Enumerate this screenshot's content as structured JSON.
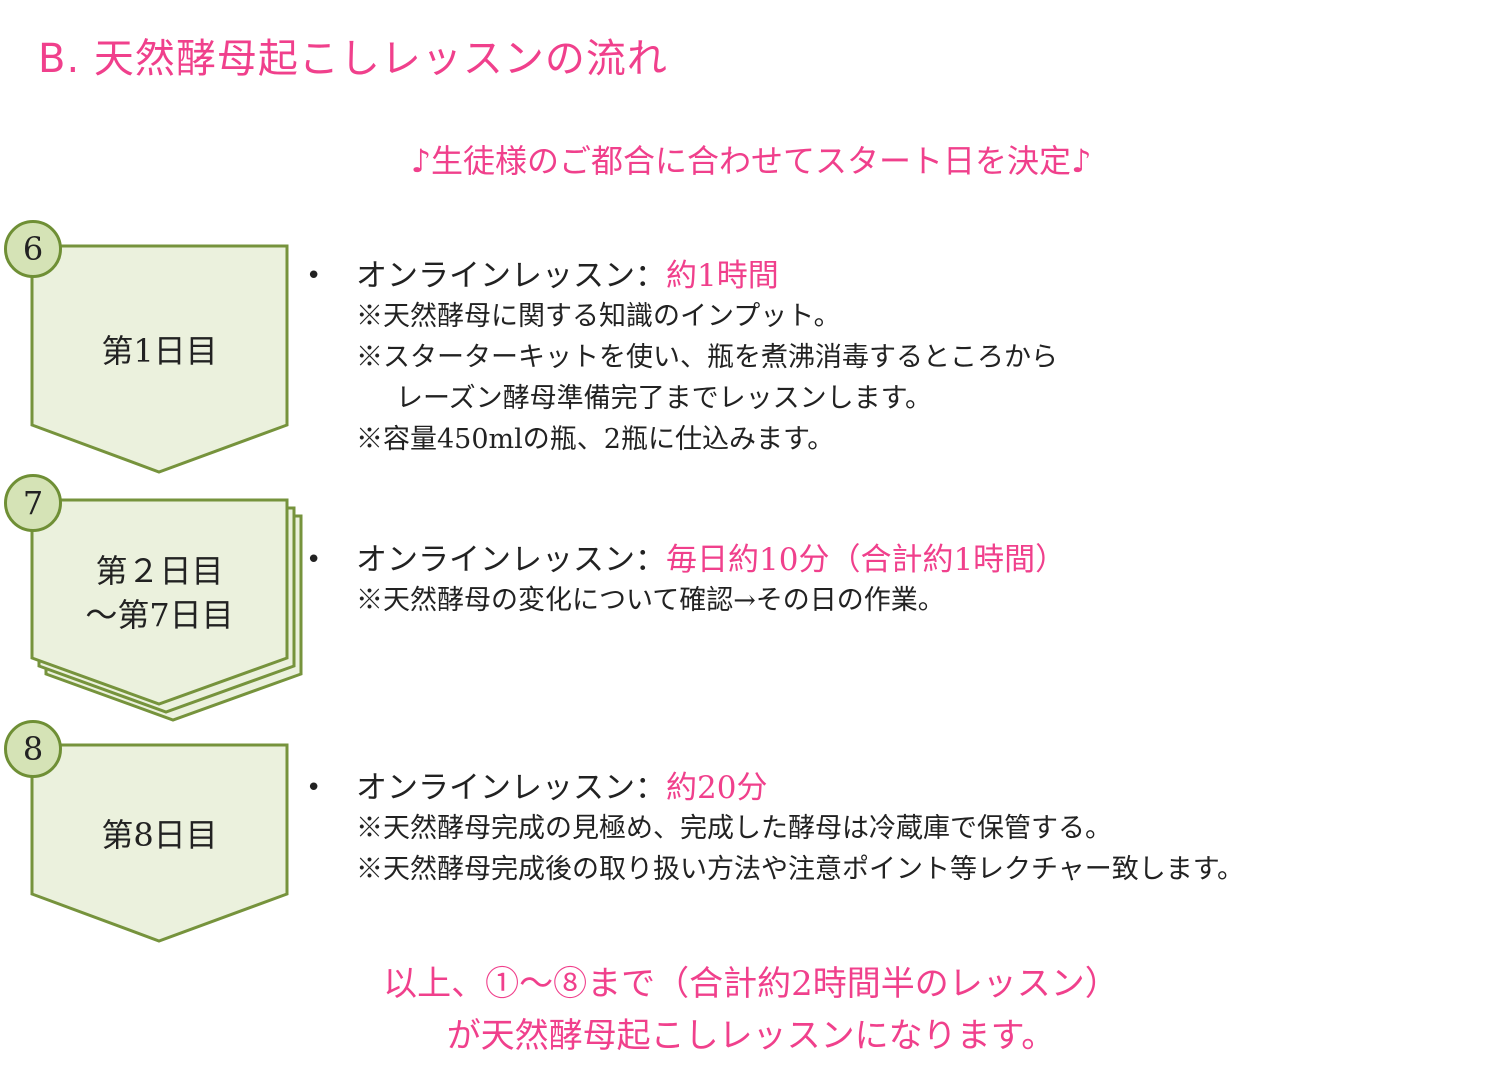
{
  "title": "B. 天然酵母起こしレッスンの流れ",
  "subtitle": "♪生徒様のご都合に合わせてスタート日を決定♪",
  "colors": {
    "accent": "#f0408c",
    "shape_fill": "#ebf1dd",
    "shape_border": "#76933c",
    "circle_fill": "#d5e3b6"
  },
  "steps": [
    {
      "number": "6",
      "day_line1": "第1日目",
      "day_line2": "",
      "bullet": "•",
      "lesson_label": "オンラインレッスン：",
      "duration": "約1時間",
      "notes": [
        "※天然酵母に関する知識のインプット。",
        "※スターターキットを使い、瓶を煮沸消毒するところから",
        "レーズン酵母準備完了までレッスンします。",
        "※容量450mlの瓶、2瓶に仕込みます。"
      ]
    },
    {
      "number": "7",
      "day_line1": "第２日目",
      "day_line2": "～第7日目",
      "bullet": "•",
      "lesson_label": "オンラインレッスン：",
      "duration": "毎日約10分（合計約1時間）",
      "notes": [
        "※天然酵母の変化について確認→その日の作業。"
      ]
    },
    {
      "number": "8",
      "day_line1": "第8日目",
      "day_line2": "",
      "bullet": "•",
      "lesson_label": "オンラインレッスン：",
      "duration": "約20分",
      "notes": [
        "※天然酵母完成の見極め、完成した酵母は冷蔵庫で保管する。",
        "※天然酵母完成後の取り扱い方法や注意ポイント等レクチャー致します。"
      ]
    }
  ],
  "footer_line1": "以上、①～⑧まで（合計約2時間半のレッスン）",
  "footer_line2": "が天然酵母起こしレッスンになります。"
}
